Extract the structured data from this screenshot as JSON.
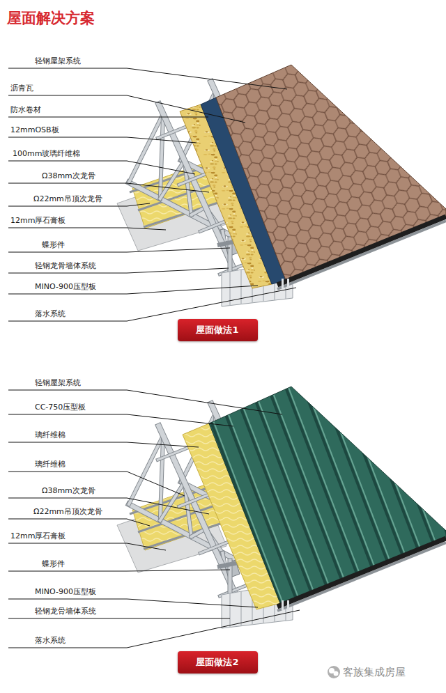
{
  "diagram": {
    "title": "屋面解决方案",
    "nodes": [
      {
        "text": [
          "屋面做法1"
        ]
      },
      {
        "text": [
          "屋面做法2"
        ]
      }
    ],
    "labels": [
      "轻钢屋架系统",
      "沥青瓦",
      "防水卷材",
      "12mmOSB板",
      "100mm玻璃纤维棉",
      "Ω38mm次龙骨",
      "Ω22mm吊顶次龙骨",
      "12mm厚石膏板",
      "蝶形件",
      "轻钢龙骨墙体系统",
      "MINO-900压型板",
      "落水系统",
      "轻钢屋架系统",
      "CC-750压型板",
      "璃纤维棉",
      "璃纤维棉",
      "Ω38mm次龙骨",
      "Ω22mm吊顶次龙骨",
      "12mm厚石膏板",
      "蝶形件",
      "MINO-900压型板",
      "轻钢龙骨墙体系统",
      "落水系统",
      "客族集成房屋"
    ]
  }
}
